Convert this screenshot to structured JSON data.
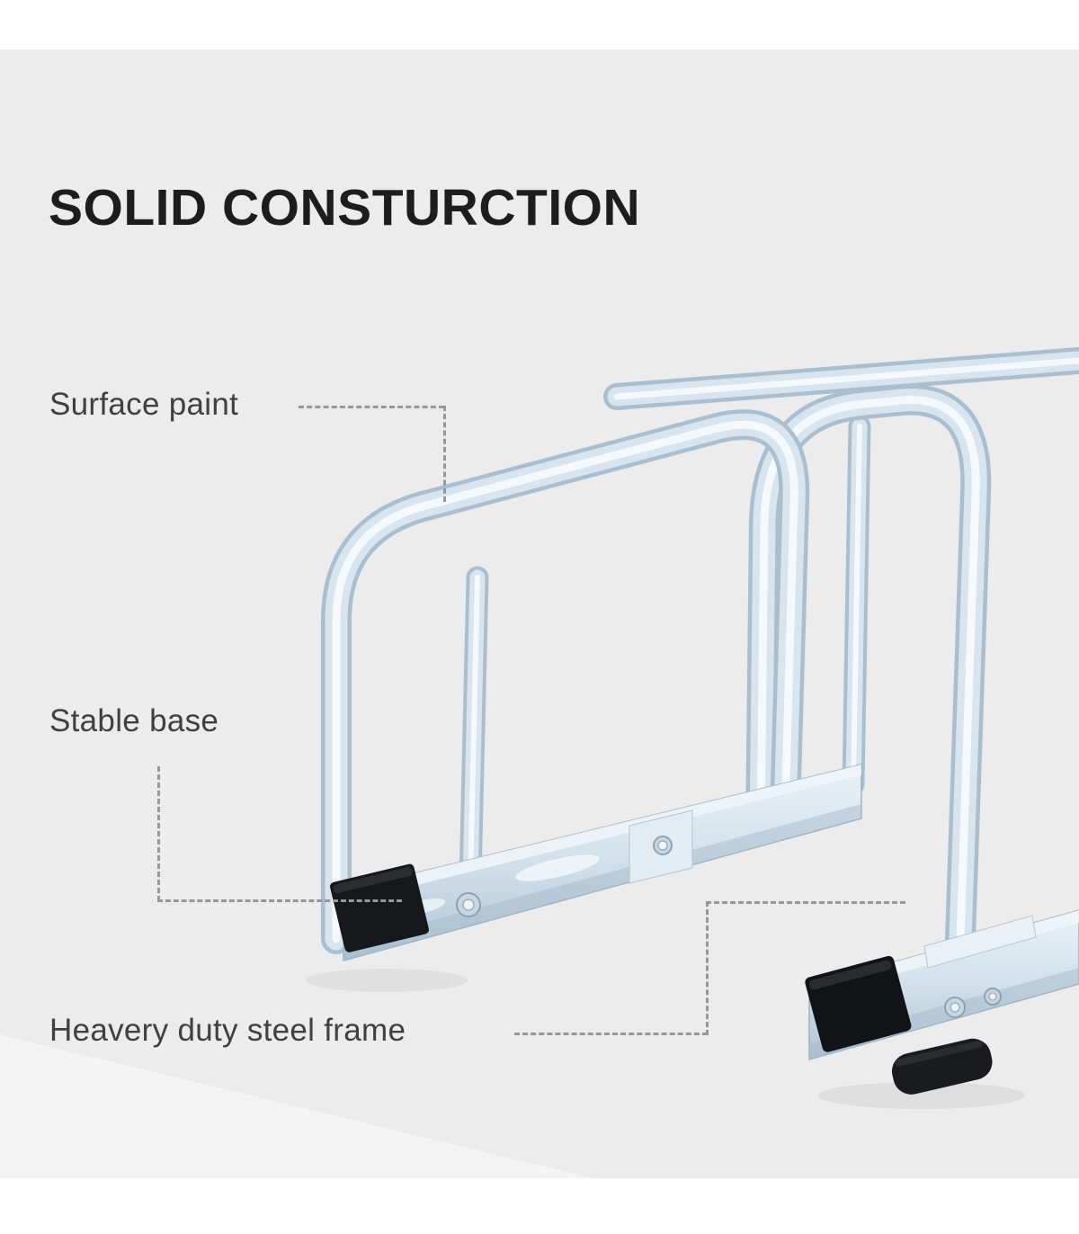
{
  "figure": {
    "title": "SOLID CONSTURCTION",
    "callouts": {
      "surface_paint": "Surface paint",
      "stable_base": "Stable base",
      "steel_frame": "Heavery duty steel frame"
    },
    "colors": {
      "backdrop": "#ececec",
      "floor_highlight": "#f4f4f4",
      "title_text": "#1d1d1f",
      "label_text": "#404040",
      "leader_line": "#979797",
      "steel_highlight": "#f4f9fd",
      "steel_mid": "#d8e4ee",
      "steel_shadow": "#a9bfd0",
      "rubber_black": "#17181b"
    }
  }
}
